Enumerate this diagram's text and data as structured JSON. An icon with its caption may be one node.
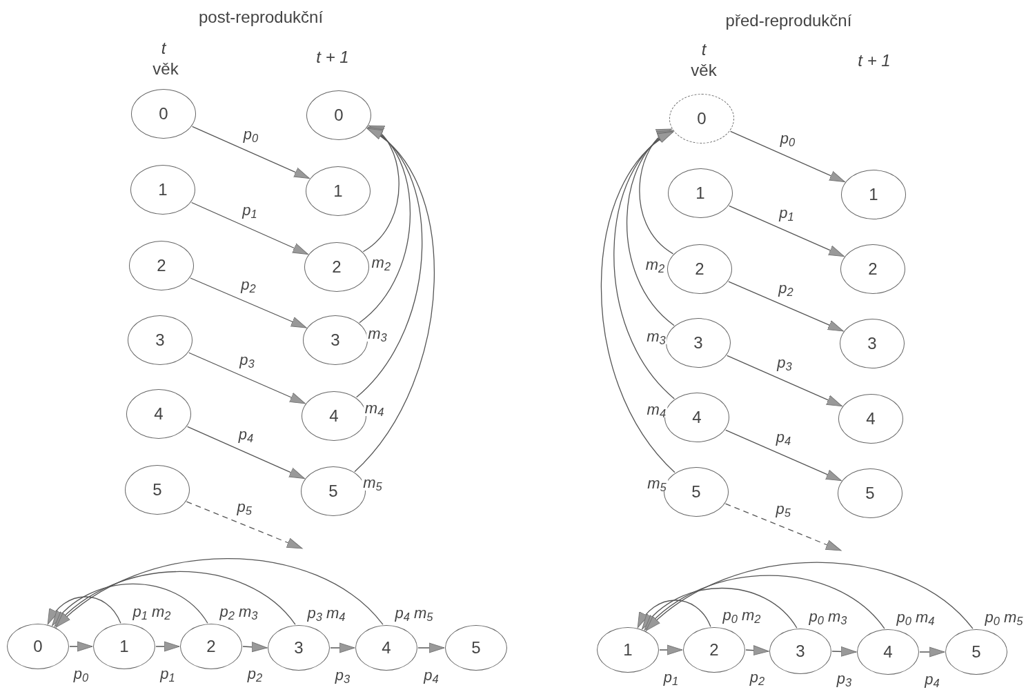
{
  "diagram": {
    "nodes": [
      {
        "text": [
          "0"
        ]
      },
      {
        "text": [
          "1"
        ]
      },
      {
        "text": [
          "2"
        ]
      },
      {
        "text": [
          "3"
        ]
      },
      {
        "text": [
          "4"
        ]
      },
      {
        "text": [
          "5"
        ]
      },
      {
        "text": [
          "0"
        ]
      },
      {
        "text": [
          "1"
        ]
      },
      {
        "text": [
          "2"
        ]
      },
      {
        "text": [
          "3"
        ]
      },
      {
        "text": [
          "4"
        ]
      },
      {
        "text": [
          "5"
        ]
      },
      {
        "text": [
          "0"
        ]
      },
      {
        "text": [
          "1"
        ]
      },
      {
        "text": [
          "2"
        ]
      },
      {
        "text": [
          "3"
        ]
      },
      {
        "text": [
          "4"
        ]
      },
      {
        "text": [
          "5"
        ]
      },
      {
        "text": [
          "1"
        ]
      },
      {
        "text": [
          "2"
        ]
      },
      {
        "text": [
          "3"
        ]
      },
      {
        "text": [
          "4"
        ]
      },
      {
        "text": [
          "5"
        ]
      },
      {
        "text": [
          "0"
        ]
      },
      {
        "text": [
          "1"
        ]
      },
      {
        "text": [
          "2"
        ]
      },
      {
        "text": [
          "3"
        ]
      },
      {
        "text": [
          "4"
        ]
      },
      {
        "text": [
          "5"
        ]
      },
      {
        "text": [
          "1"
        ]
      },
      {
        "text": [
          "2"
        ]
      },
      {
        "text": [
          "3"
        ]
      },
      {
        "text": [
          "4"
        ]
      },
      {
        "text": [
          "5"
        ]
      }
    ],
    "edges": [
      {
        "from": 0,
        "to": 7,
        "arrow": "to",
        "label": "p$_{0}$"
      },
      {
        "from": 1,
        "to": 8,
        "arrow": "to",
        "label": "p$_{1}$"
      },
      {
        "from": 2,
        "to": 9,
        "arrow": "to",
        "label": "p$_{2}$"
      },
      {
        "from": 3,
        "to": 10,
        "arrow": "to",
        "label": "p$_{3}$"
      },
      {
        "from": 4,
        "to": 11,
        "arrow": "to",
        "label": "p$_{4}$"
      },
      {
        "from": 5,
        "to": null,
        "arrow": "to",
        "label": "p$_{5}$",
        "style": "dashed"
      },
      {
        "from": 8,
        "to": 6,
        "arrow": "to",
        "label": "m$_{2}$"
      },
      {
        "from": 9,
        "to": 6,
        "arrow": "to",
        "label": "m$_{3}$"
      },
      {
        "from": 10,
        "to": 6,
        "arrow": "to",
        "label": "m$_{4}$"
      },
      {
        "from": 11,
        "to": 6,
        "arrow": "to",
        "label": "m$_{5}$"
      },
      {
        "from": 12,
        "to": 18,
        "arrow": "to",
        "label": "p$_{0}$"
      },
      {
        "from": 13,
        "to": 19,
        "arrow": "to",
        "label": "p$_{1}$"
      },
      {
        "from": 14,
        "to": 20,
        "arrow": "to",
        "label": "p$_{2}$"
      },
      {
        "from": 15,
        "to": 21,
        "arrow": "to",
        "label": "p$_{3}$"
      },
      {
        "from": 16,
        "to": 22,
        "arrow": "to",
        "label": "p$_{4}$"
      },
      {
        "from": 17,
        "to": null,
        "arrow": "to",
        "label": "p$_{5}$",
        "style": "dashed"
      },
      {
        "from": 14,
        "to": 12,
        "arrow": "to",
        "label": "m$_{2}$"
      },
      {
        "from": 15,
        "to": 12,
        "arrow": "to",
        "label": "m$_{3}$"
      },
      {
        "from": 16,
        "to": 12,
        "arrow": "to",
        "label": "m$_{4}$"
      },
      {
        "from": 17,
        "to": 12,
        "arrow": "to",
        "label": "m$_{5}$"
      },
      {
        "from": 23,
        "to": 24,
        "arrow": "to",
        "label": "p$_{0}$"
      },
      {
        "from": 24,
        "to": 25,
        "arrow": "to",
        "label": "p$_{1}$"
      },
      {
        "from": 25,
        "to": 26,
        "arrow": "to",
        "label": "p$_{2}$"
      },
      {
        "from": 26,
        "to": 27,
        "arrow": "to",
        "label": "p$_{3}$"
      },
      {
        "from": 27,
        "to": 28,
        "arrow": "to",
        "label": "p$_{4}$"
      },
      {
        "from": 24,
        "to": 23,
        "arrow": "to",
        "label": "p$_{1}$ m$_{2}$"
      },
      {
        "from": 25,
        "to": 23,
        "arrow": "to",
        "label": "p$_{2}$ m$_{3}$"
      },
      {
        "from": 26,
        "to": 23,
        "arrow": "to",
        "label": "p$_{3}$ m$_{4}$"
      },
      {
        "from": 27,
        "to": 23,
        "arrow": "to",
        "label": "p$_{4}$ m$_{5}$"
      },
      {
        "from": 29,
        "to": 30,
        "arrow": "to",
        "label": "p$_{1}$"
      },
      {
        "from": 30,
        "to": 31,
        "arrow": "to",
        "label": "p$_{2}$"
      },
      {
        "from": 31,
        "to": 32,
        "arrow": "to",
        "label": "p$_{3}$"
      },
      {
        "from": 32,
        "to": 33,
        "arrow": "to",
        "label": "p$_{4}$"
      },
      {
        "from": 30,
        "to": 29,
        "arrow": "to",
        "label": "p$_{0}$ m$_{2}$"
      },
      {
        "from": 31,
        "to": 29,
        "arrow": "to",
        "label": "p$_{0}$ m$_{3}$"
      },
      {
        "from": 32,
        "to": 29,
        "arrow": "to",
        "label": "p$_{0}$ m$_{4}$"
      },
      {
        "from": 33,
        "to": 29,
        "arrow": "to",
        "label": "p$_{0}$ m$_{5}$"
      }
    ],
    "labels": [
      "post-reprodukční",
      "t",
      "věk",
      "t + 1",
      "před-reprodukční",
      "t",
      "věk",
      "t + 1"
    ]
  }
}
